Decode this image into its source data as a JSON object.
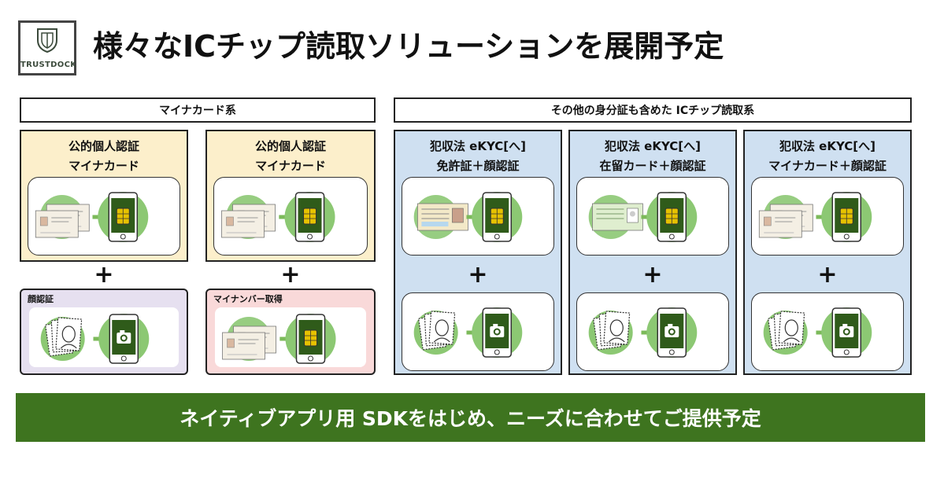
{
  "logo": {
    "text": "TRUSTDOCK",
    "icon": "shield-icon"
  },
  "title": "様々なICチップ読取ソリューションを展開予定",
  "groups": [
    {
      "label": "マイナカード系"
    },
    {
      "label": "その他の身分証も含めた ICチップ読取系"
    }
  ],
  "columns": [
    {
      "title1": "公的個人認証",
      "title2": "マイナカード",
      "bottom_label": "顔認証"
    },
    {
      "title1": "公的個人認証",
      "title2": "マイナカード",
      "bottom_label": "マイナンバー取得"
    },
    {
      "title1": "犯収法 eKYC[へ]",
      "title2": "免許証＋顔認証"
    },
    {
      "title1": "犯収法 eKYC[へ]",
      "title2": "在留カード＋顔認証"
    },
    {
      "title1": "犯収法 eKYC[へ]",
      "title2": "マイナカード＋顔認証"
    }
  ],
  "plus": "+",
  "banner": "ネイティブアプリ用 SDKをはじめ、ニーズに合わせてご提供予定",
  "colors": {
    "green": "#3e741f",
    "yellow_bg": "#fcefcb",
    "blue_bg": "#cfe0f1",
    "arrow": "#7cba5a",
    "circle": "#8cc873",
    "chip": "#e6c200"
  }
}
